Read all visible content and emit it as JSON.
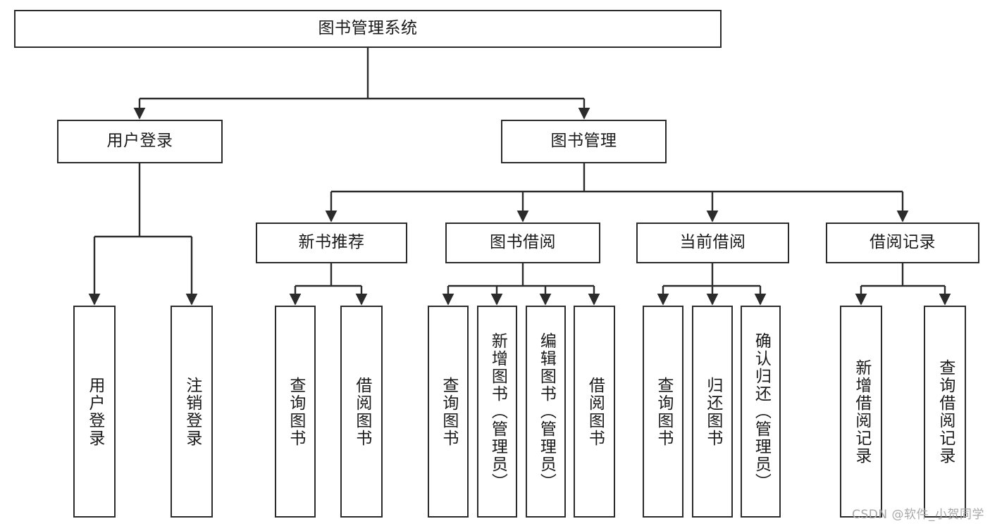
{
  "diagram": {
    "title": "图书管理系统",
    "root": {
      "label": "图书管理系统"
    },
    "level2": [
      {
        "label": "用户登录"
      },
      {
        "label": "图书管理"
      }
    ],
    "level3": [
      {
        "label": "新书推荐"
      },
      {
        "label": "图书借阅"
      },
      {
        "label": "当前借阅"
      },
      {
        "label": "借阅记录"
      }
    ],
    "leaves": [
      {
        "label": "用户登录"
      },
      {
        "label": "注销登录"
      },
      {
        "label": "查询图书"
      },
      {
        "label": "借阅图书"
      },
      {
        "label": "查询图书"
      },
      {
        "label": "新增图书（管理员）"
      },
      {
        "label": "编辑图书（管理员）"
      },
      {
        "label": "借阅图书"
      },
      {
        "label": "查询图书"
      },
      {
        "label": "归还图书"
      },
      {
        "label": "确认归还（管理员）"
      },
      {
        "label": "新增借阅记录"
      },
      {
        "label": "查询借阅记录"
      }
    ],
    "watermark": "CSDN @软件_小贺同学",
    "colors": {
      "stroke": "#2b2b2b",
      "fill": "#ffffff",
      "text": "#1a1a1a",
      "watermark": "#a8a8a8"
    }
  }
}
